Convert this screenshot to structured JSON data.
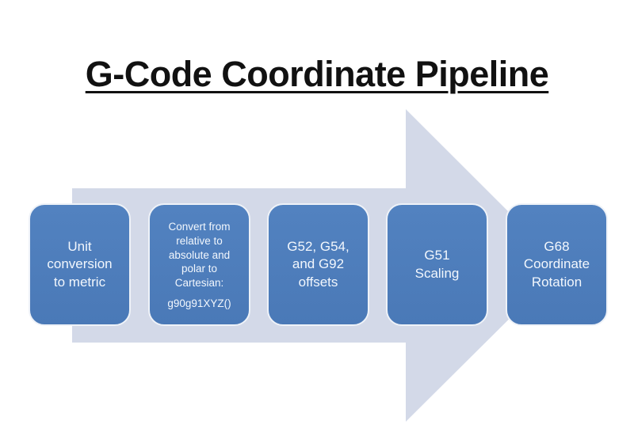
{
  "title": "G-Code Coordinate Pipeline",
  "colors": {
    "title_color": "#111111",
    "box_fill_top": "#5282c0",
    "box_fill_bottom": "#4a79b7",
    "box_border": "#eef2f8",
    "box_text": "#f2f7fd",
    "arrow_fill": "#d3d9e8"
  },
  "pipeline": {
    "type": "process-arrow",
    "direction": "right",
    "steps": [
      {
        "label": "Unit\nconversion\nto metric"
      },
      {
        "label": "Convert from\nrelative to\nabsolute and\npolar to\nCartesian:",
        "code": "g90g91XYZ()"
      },
      {
        "label": "G52, G54,\nand G92\noffsets"
      },
      {
        "label": "G51\nScaling"
      },
      {
        "label": "G68\nCoordinate\nRotation"
      }
    ]
  }
}
